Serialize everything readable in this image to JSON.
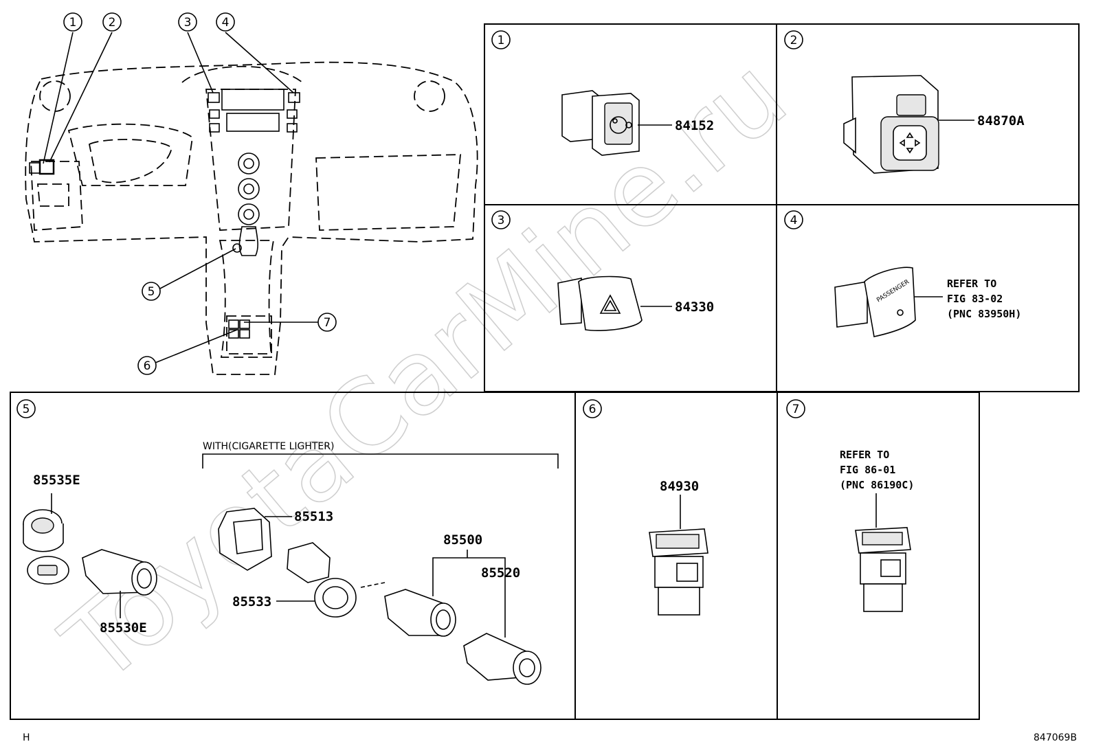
{
  "watermark": "ToyotaCarMine.ru",
  "overview_callouts": [
    "1",
    "2",
    "3",
    "4",
    "5",
    "6",
    "7"
  ],
  "panels": [
    {
      "id": "1",
      "parts": [
        "84152"
      ]
    },
    {
      "id": "2",
      "parts": [
        "84870A"
      ]
    },
    {
      "id": "3",
      "parts": [
        "84330"
      ]
    },
    {
      "id": "4",
      "note": [
        "REFER TO",
        "FIG 83-02",
        "(PNC 83950H)"
      ],
      "switch_text": "PASSENGER"
    },
    {
      "id": "5",
      "group_label": "WITH(CIGARETTE LIGHTER)",
      "parts": [
        "85535E",
        "85530E",
        "85513",
        "85533",
        "85500",
        "85520"
      ]
    },
    {
      "id": "6",
      "parts": [
        "84930"
      ]
    },
    {
      "id": "7",
      "note": [
        "REFER TO",
        "FIG 86-01",
        "(PNC 86190C)"
      ]
    }
  ],
  "footer": {
    "left_code": "H",
    "drawing_number": "847069B"
  }
}
